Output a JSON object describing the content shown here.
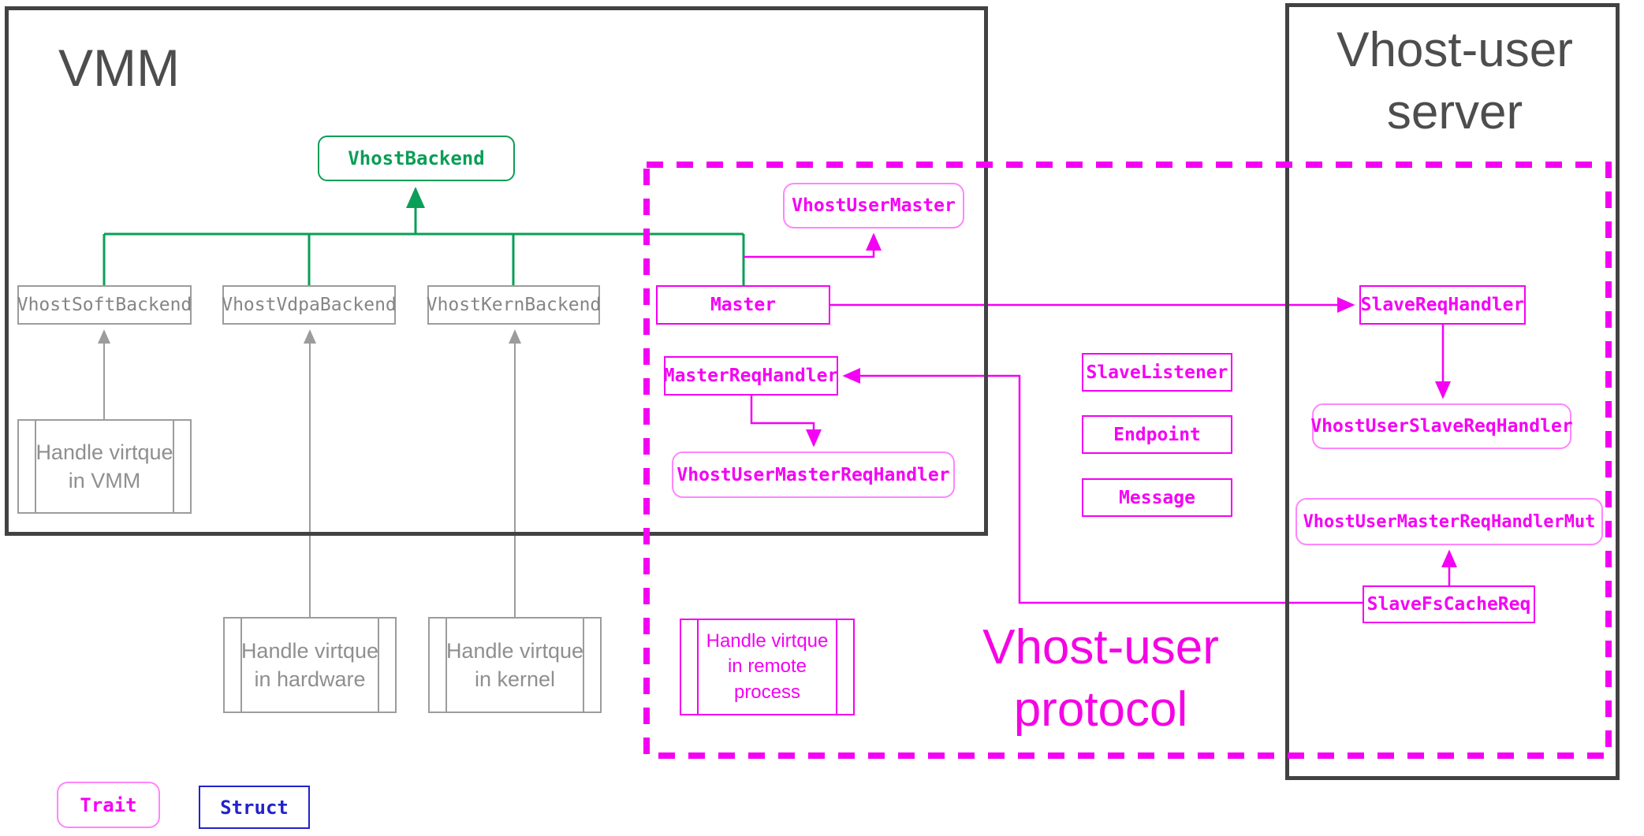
{
  "diagram": {
    "vmm_title": "VMM",
    "server_title_line1": "Vhost-user",
    "server_title_line2": "server",
    "protocol_label_line1": "Vhost-user",
    "protocol_label_line2": "protocol"
  },
  "colors": {
    "magenta_accent": "#F400F4",
    "trait_border_magenta": "#FF85FF",
    "green_accent": "#0A9E56",
    "struct_blue": "#2222CC",
    "gray_accent": "#9C9C9C",
    "frame_dark": "#424242"
  },
  "nodes": {
    "vhost_backend": {
      "label": "VhostBackend",
      "type": "trait"
    },
    "vhost_soft_backend": {
      "label": "VhostSoftBackend",
      "type": "struct"
    },
    "vhost_vdpa_backend": {
      "label": "VhostVdpaBackend",
      "type": "struct"
    },
    "vhost_kern_backend": {
      "label": "VhostKernBackend",
      "type": "struct"
    },
    "master": {
      "label": "Master",
      "type": "struct"
    },
    "vhost_user_master": {
      "label": "VhostUserMaster",
      "type": "trait"
    },
    "master_req_handler": {
      "label": "MasterReqHandler",
      "type": "struct"
    },
    "vhost_user_master_req_handler": {
      "label": "VhostUserMasterReqHandler",
      "type": "trait"
    },
    "slave_listener": {
      "label": "SlaveListener",
      "type": "struct"
    },
    "endpoint": {
      "label": "Endpoint",
      "type": "struct"
    },
    "message": {
      "label": "Message",
      "type": "struct"
    },
    "slave_req_handler": {
      "label": "SlaveReqHandler",
      "type": "struct"
    },
    "vhost_user_slave_req_handler": {
      "label": "VhostUserSlaveReqHandler",
      "type": "trait"
    },
    "vhost_user_master_req_handler_mut": {
      "label": "VhostUserMasterReqHandlerMut",
      "type": "trait"
    },
    "slave_fs_cache_req": {
      "label": "SlaveFsCacheReq",
      "type": "struct"
    }
  },
  "process_notes": {
    "vmm": {
      "line1": "Handle virtque",
      "line2": "in VMM"
    },
    "hardware": {
      "line1": "Handle virtque",
      "line2": "in hardware"
    },
    "kernel": {
      "line1": "Handle virtque",
      "line2": "in kernel"
    },
    "remote": {
      "line1": "Handle virtque",
      "line2": "in remote",
      "line3": "process"
    }
  },
  "legend": {
    "trait_label": "Trait",
    "struct_label": "Struct"
  }
}
